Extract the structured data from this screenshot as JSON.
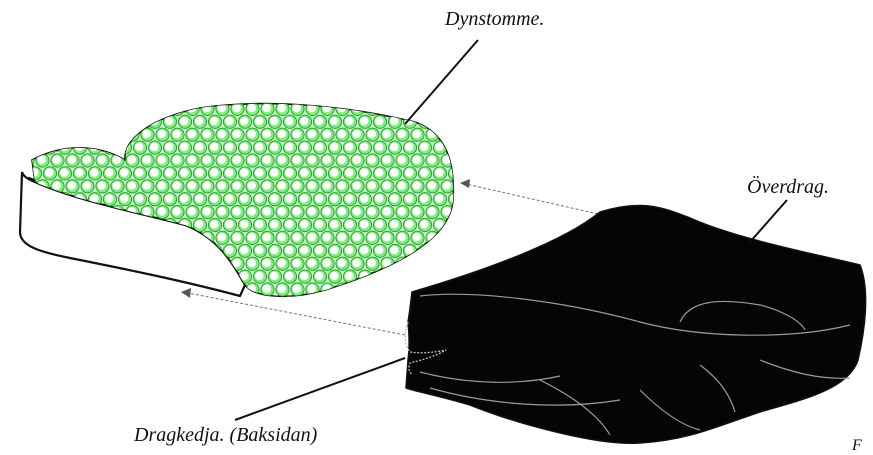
{
  "labels": {
    "foam": "Dynstomme.",
    "cover": "Överdrag.",
    "zipper": "Dragkedja. (Baksidan)",
    "corner": "F"
  },
  "colors": {
    "bubble_fill": "#ffffff",
    "bubble_stroke": "#2aa42a",
    "bubble_glow": "#7cf07c",
    "cover_fill": "#050505",
    "cover_fold": "#9a9a9a",
    "outline": "#111111",
    "arrow": "#777777"
  }
}
